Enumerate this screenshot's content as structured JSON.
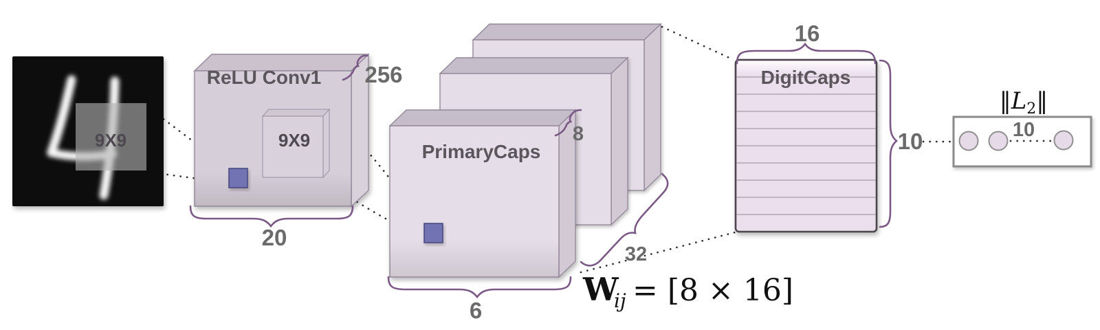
{
  "figure": {
    "type": "neural-network-architecture-diagram",
    "colors": {
      "brace_purple": "#7b5886",
      "label_gray": "#5b565c",
      "number_gray": "#6a6a6a",
      "box_front": "#e5dde7",
      "box_top": "#c6bdca",
      "box_side": "#d2c9d5",
      "conv_front": "#d6ced8",
      "kernel_purple": "#7173b3",
      "digitcaps_fill": "#ebdfed",
      "mnist_bg": "#0c0c0c"
    },
    "input": {
      "kernel_label": "9X9"
    },
    "conv1": {
      "title": "ReLU Conv1",
      "kernel_label": "9X9",
      "depth": "256",
      "width": "20"
    },
    "primarycaps": {
      "title": "PrimaryCaps",
      "capsule_dim": "8",
      "stacks": "32",
      "width": "6"
    },
    "digitcaps": {
      "title": "DigitCaps",
      "capsule_dim": "16",
      "count": "10"
    },
    "transform": {
      "symbol": "W",
      "subscript": "ij",
      "value": " = [8 × 16]"
    },
    "output": {
      "norm_open": "‖",
      "letter": "L",
      "subscript": "2",
      "norm_close": "‖",
      "count": "10"
    }
  }
}
